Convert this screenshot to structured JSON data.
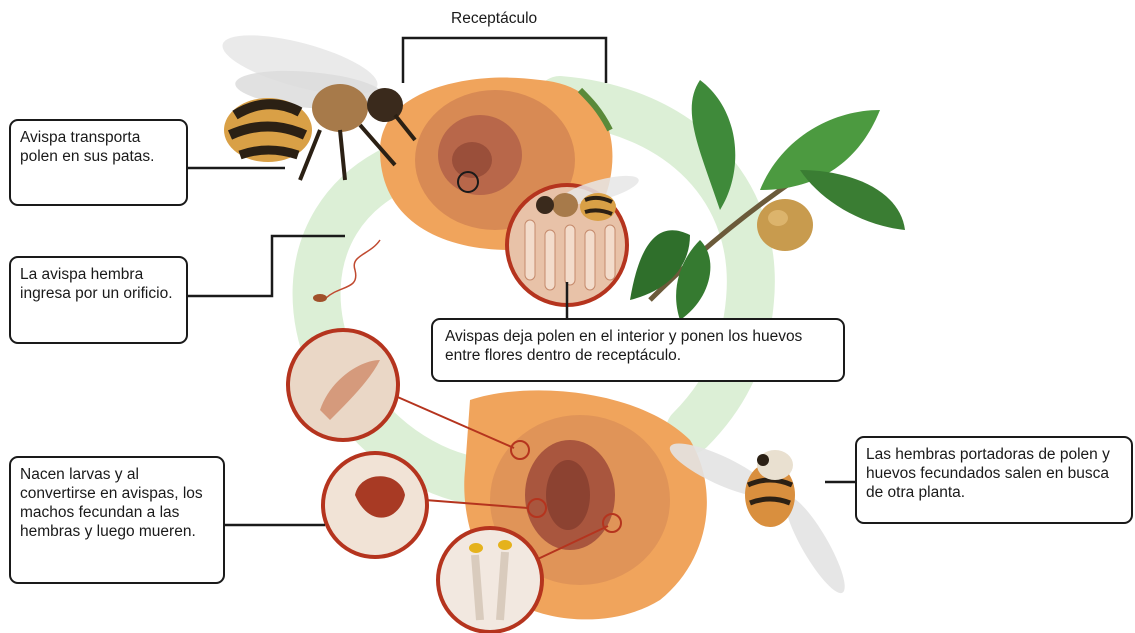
{
  "title_label": "Receptáculo",
  "callouts": {
    "transport": "Avispa transporta polen en sus patas.",
    "enter": "La avispa hembra ingresa por un orificio.",
    "deposit": "Avispas deja polen en el interior y ponen los huevos entre flores dentro de receptáculo.",
    "larvae": "Nacen larvas y al convertirse en avispas, los machos fecundan a las hembras y luego mueren.",
    "exit": "Las hembras portadoras de polen y huevos fecundados salen en busca de otra planta."
  },
  "colors": {
    "cycle_arrow": "#dcefd6",
    "fig_flesh": "#f0a45c",
    "fig_inner": "#c76a42",
    "leaf": "#3f8a3a",
    "circle_border": "#b5341e",
    "wasp_body": "#2b2014",
    "wasp_stripe": "#d9a046"
  }
}
